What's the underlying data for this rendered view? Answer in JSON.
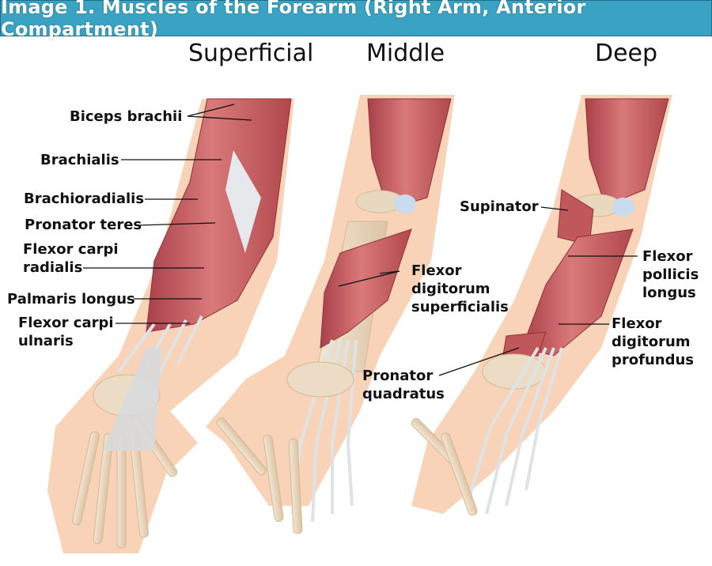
{
  "banner": {
    "title": "Image 1. Muscles of the Forearm (Right Arm, Anterior Compartment)"
  },
  "columns": {
    "superficial": "Superficial",
    "middle": "Middle",
    "deep": "Deep"
  },
  "labels": {
    "biceps_brachii": "Biceps brachii",
    "brachialis": "Brachialis",
    "brachioradialis": "Brachioradialis",
    "pronator_teres": "Pronator teres",
    "flexor_carpi_radialis": [
      "Flexor carpi",
      "radialis"
    ],
    "palmaris_longus": "Palmaris longus",
    "flexor_carpi_ulnaris": [
      "Flexor carpi",
      "ulnaris"
    ],
    "flexor_digitorum_superficialis": [
      "Flexor",
      "digitorum",
      "superficialis"
    ],
    "supinator": "Supinator",
    "flexor_pollicis_longus": [
      "Flexor",
      "pollicis",
      "longus"
    ],
    "flexor_digitorum_profundus": [
      "Flexor",
      "digitorum",
      "profundus"
    ],
    "pronator_quadratus": [
      "Pronator",
      "quadratus"
    ]
  },
  "colors": {
    "banner": "#3aa3c4",
    "skin": "#f6cdb0",
    "muscle": "#c8575a",
    "muscle_dark": "#9e3a3e",
    "tendon": "#d9dee2",
    "bone": "#ead7bf",
    "cartilage": "#c9dcef"
  }
}
